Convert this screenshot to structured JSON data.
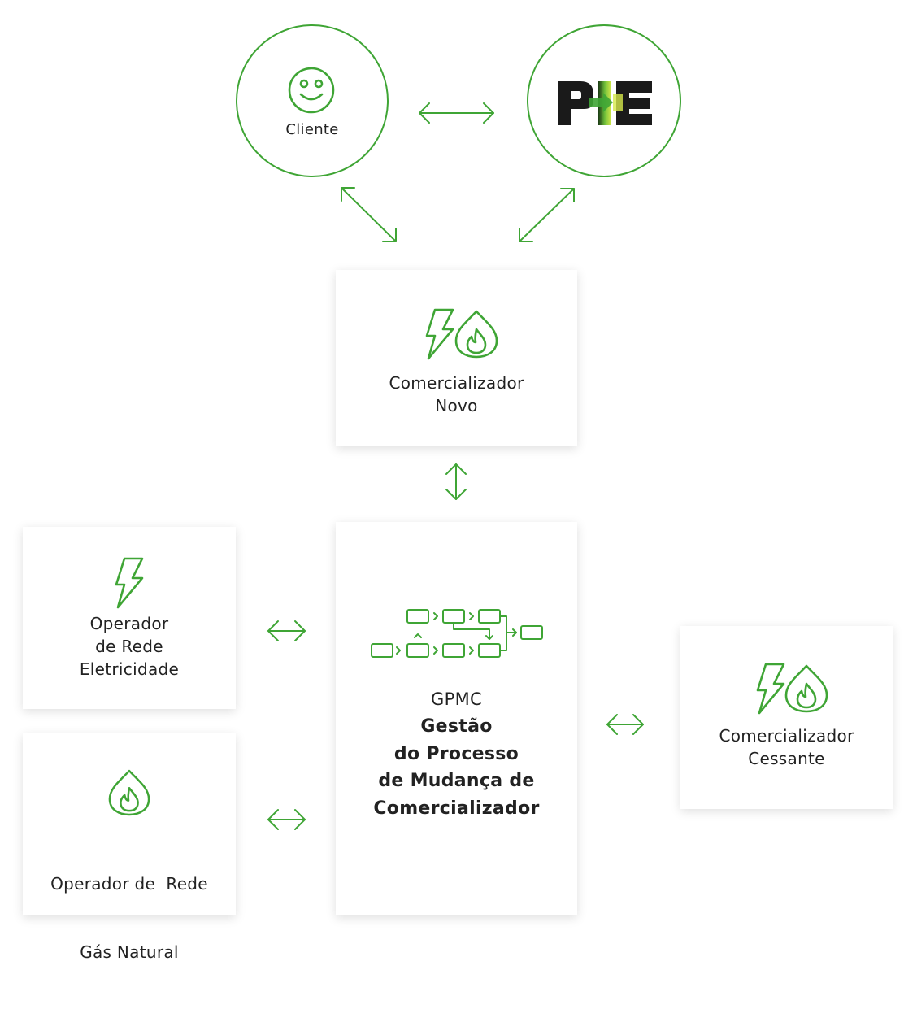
{
  "nodes": {
    "cliente": {
      "label": "Cliente"
    },
    "pie": {
      "logo_text": "PIE"
    },
    "comercializador_novo": {
      "line1": "Comercializador",
      "line2": "Novo"
    },
    "operador_eletricidade": {
      "line1": "Operador",
      "line2": "de Rede",
      "line3": "Eletricidade"
    },
    "operador_gas": {
      "line1": "Operador de  Rede",
      "line2": "Gás Natural"
    },
    "gpmc": {
      "acronym": "GPMC",
      "line1": "Gestão",
      "line2": "do Processo",
      "line3": "de Mudança de",
      "line4": "Comercializador"
    },
    "comercializador_cessante": {
      "line1": "Comercializador",
      "line2": "Cessante"
    }
  },
  "colors": {
    "accent": "#3fa535",
    "dark": "#1a1a1a"
  },
  "icons": [
    "smiley-icon",
    "lightning-icon",
    "flame-icon",
    "process-flow-icon",
    "double-arrow-icon"
  ]
}
